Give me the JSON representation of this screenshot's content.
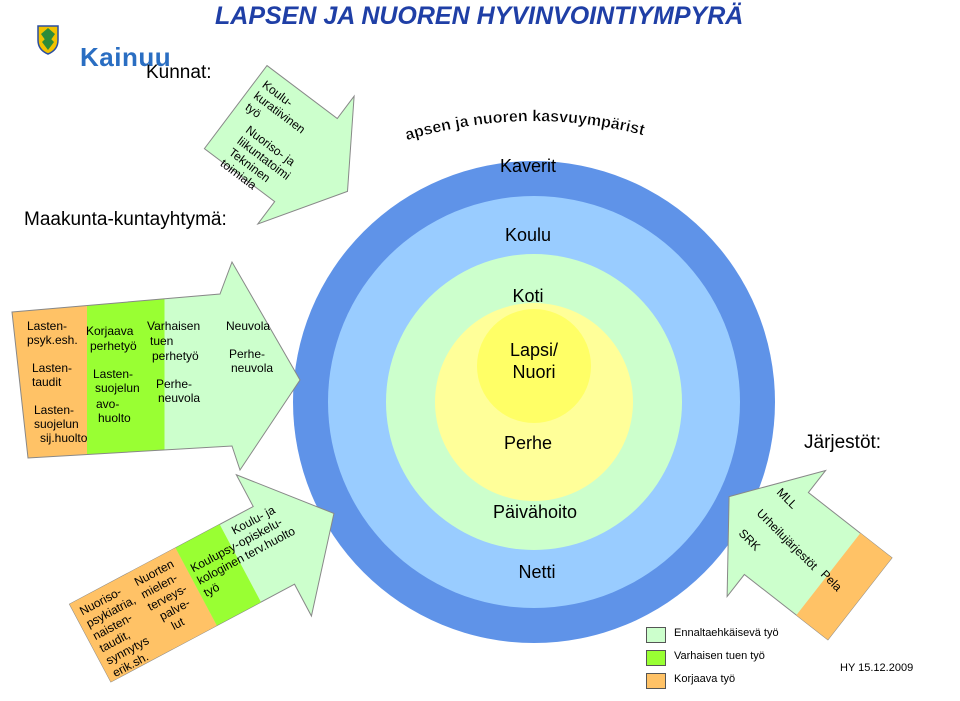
{
  "title": "LAPSEN JA NUOREN HYVINVOINTIYMPYRÄ",
  "logo_text": "Kainuu",
  "labels": {
    "kunnat": "Kunnat:",
    "maakunta": "Maakunta-kuntayhtymä:",
    "jarjestot": "Järjestöt:"
  },
  "circles": {
    "arc_title": "Lapsen ja nuoren kasvuympäristö",
    "kaverit": "Kaverit",
    "koulu": "Koulu",
    "koti": "Koti",
    "center_line1": "Lapsi/",
    "center_line2": "Nuori",
    "perhe": "Perhe",
    "paivahoito": "Päivähoito",
    "netti": "Netti"
  },
  "kunnat_arrow": {
    "line1": [
      "Koulu-",
      "kuratiivinen",
      "työ"
    ],
    "line2": [
      "Nuoriso- ja",
      "liikuntatoimi",
      "Tekninen",
      "toimiala"
    ]
  },
  "left_arrow": {
    "col1": [
      "Lasten-",
      "psyk.esh.",
      "Lasten-",
      "taudit",
      "Lasten-",
      "suojelun",
      "sij.huolto"
    ],
    "col2": [
      "Korjaava",
      "perhetyö",
      "Lasten-",
      "suojelun",
      "avo-",
      "huolto"
    ],
    "col3": [
      "Varhaisen",
      "tuen",
      "perhetyö",
      "Perhe-",
      "neuvola"
    ],
    "col4": [
      "Neuvola",
      "Perhe-",
      "neuvola"
    ]
  },
  "lower_arrow": {
    "col1": [
      "Nuoriso-",
      "psykiatria,",
      "naisten-",
      "taudit,",
      "synnytys",
      "erik.sh."
    ],
    "col2": [
      "Nuorten",
      "mielen-",
      "terveys-",
      "palve-",
      "lut"
    ],
    "col3": [
      "Koulupsy-",
      "kologinen",
      "työ"
    ],
    "col4": [
      "Koulu- ja",
      "opiskelu-",
      "terv.huolto"
    ]
  },
  "jarjestot_arrow": {
    "items": [
      "MLL",
      "Urheilujärjestöt",
      "SRK",
      "Pela"
    ]
  },
  "legend": [
    {
      "label": "Ennaltaehkäisevä työ",
      "color": "#ccffcc"
    },
    {
      "label": "Varhaisen tuen työ",
      "color": "#99ff33"
    },
    {
      "label": "Korjaava työ",
      "color": "#ffc266"
    }
  ],
  "colors": {
    "title": "#1f3fa6",
    "outer_ring": "#5f93e8",
    "inner_blue": "#99ccff",
    "light_green": "#ccffcc",
    "center_yellow": "#ffff99",
    "inner_yellow": "#ffff66",
    "lime": "#99ff33",
    "orange": "#ffc266"
  },
  "footer": "HY 15.12.2009"
}
